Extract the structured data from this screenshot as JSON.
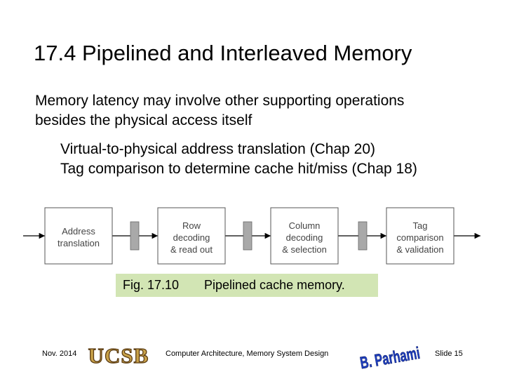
{
  "title": "17.4  Pipelined and Interleaved Memory",
  "body": {
    "line1": "Memory latency may involve other supporting operations",
    "line2": "besides the physical access itself",
    "sub1": "Virtual-to-physical address translation (Chap 20)",
    "sub2": "Tag comparison to determine cache hit/miss (Chap 18)"
  },
  "diagram": {
    "stages": [
      {
        "line1": "Address",
        "line2": "translation",
        "line3": ""
      },
      {
        "line1": "Row",
        "line2": "decoding",
        "line3": "& read out"
      },
      {
        "line1": "Column",
        "line2": "decoding",
        "line3": "& selection"
      },
      {
        "line1": "Tag",
        "line2": "comparison",
        "line3": "& validation"
      }
    ],
    "colors": {
      "box_fill": "#ffffff",
      "latch_fill": "#a9a9a9",
      "line": "#000000",
      "stage_text": "#444444"
    }
  },
  "caption": {
    "figure": "Fig. 17.10",
    "text": "Pipelined cache memory.",
    "background": "#d2e5b4"
  },
  "footer": {
    "date": "Nov. 2014",
    "logo": "UCSB",
    "course": "Computer Architecture, Memory System Design",
    "signature": "B. Parhami",
    "slide": "Slide 15"
  }
}
